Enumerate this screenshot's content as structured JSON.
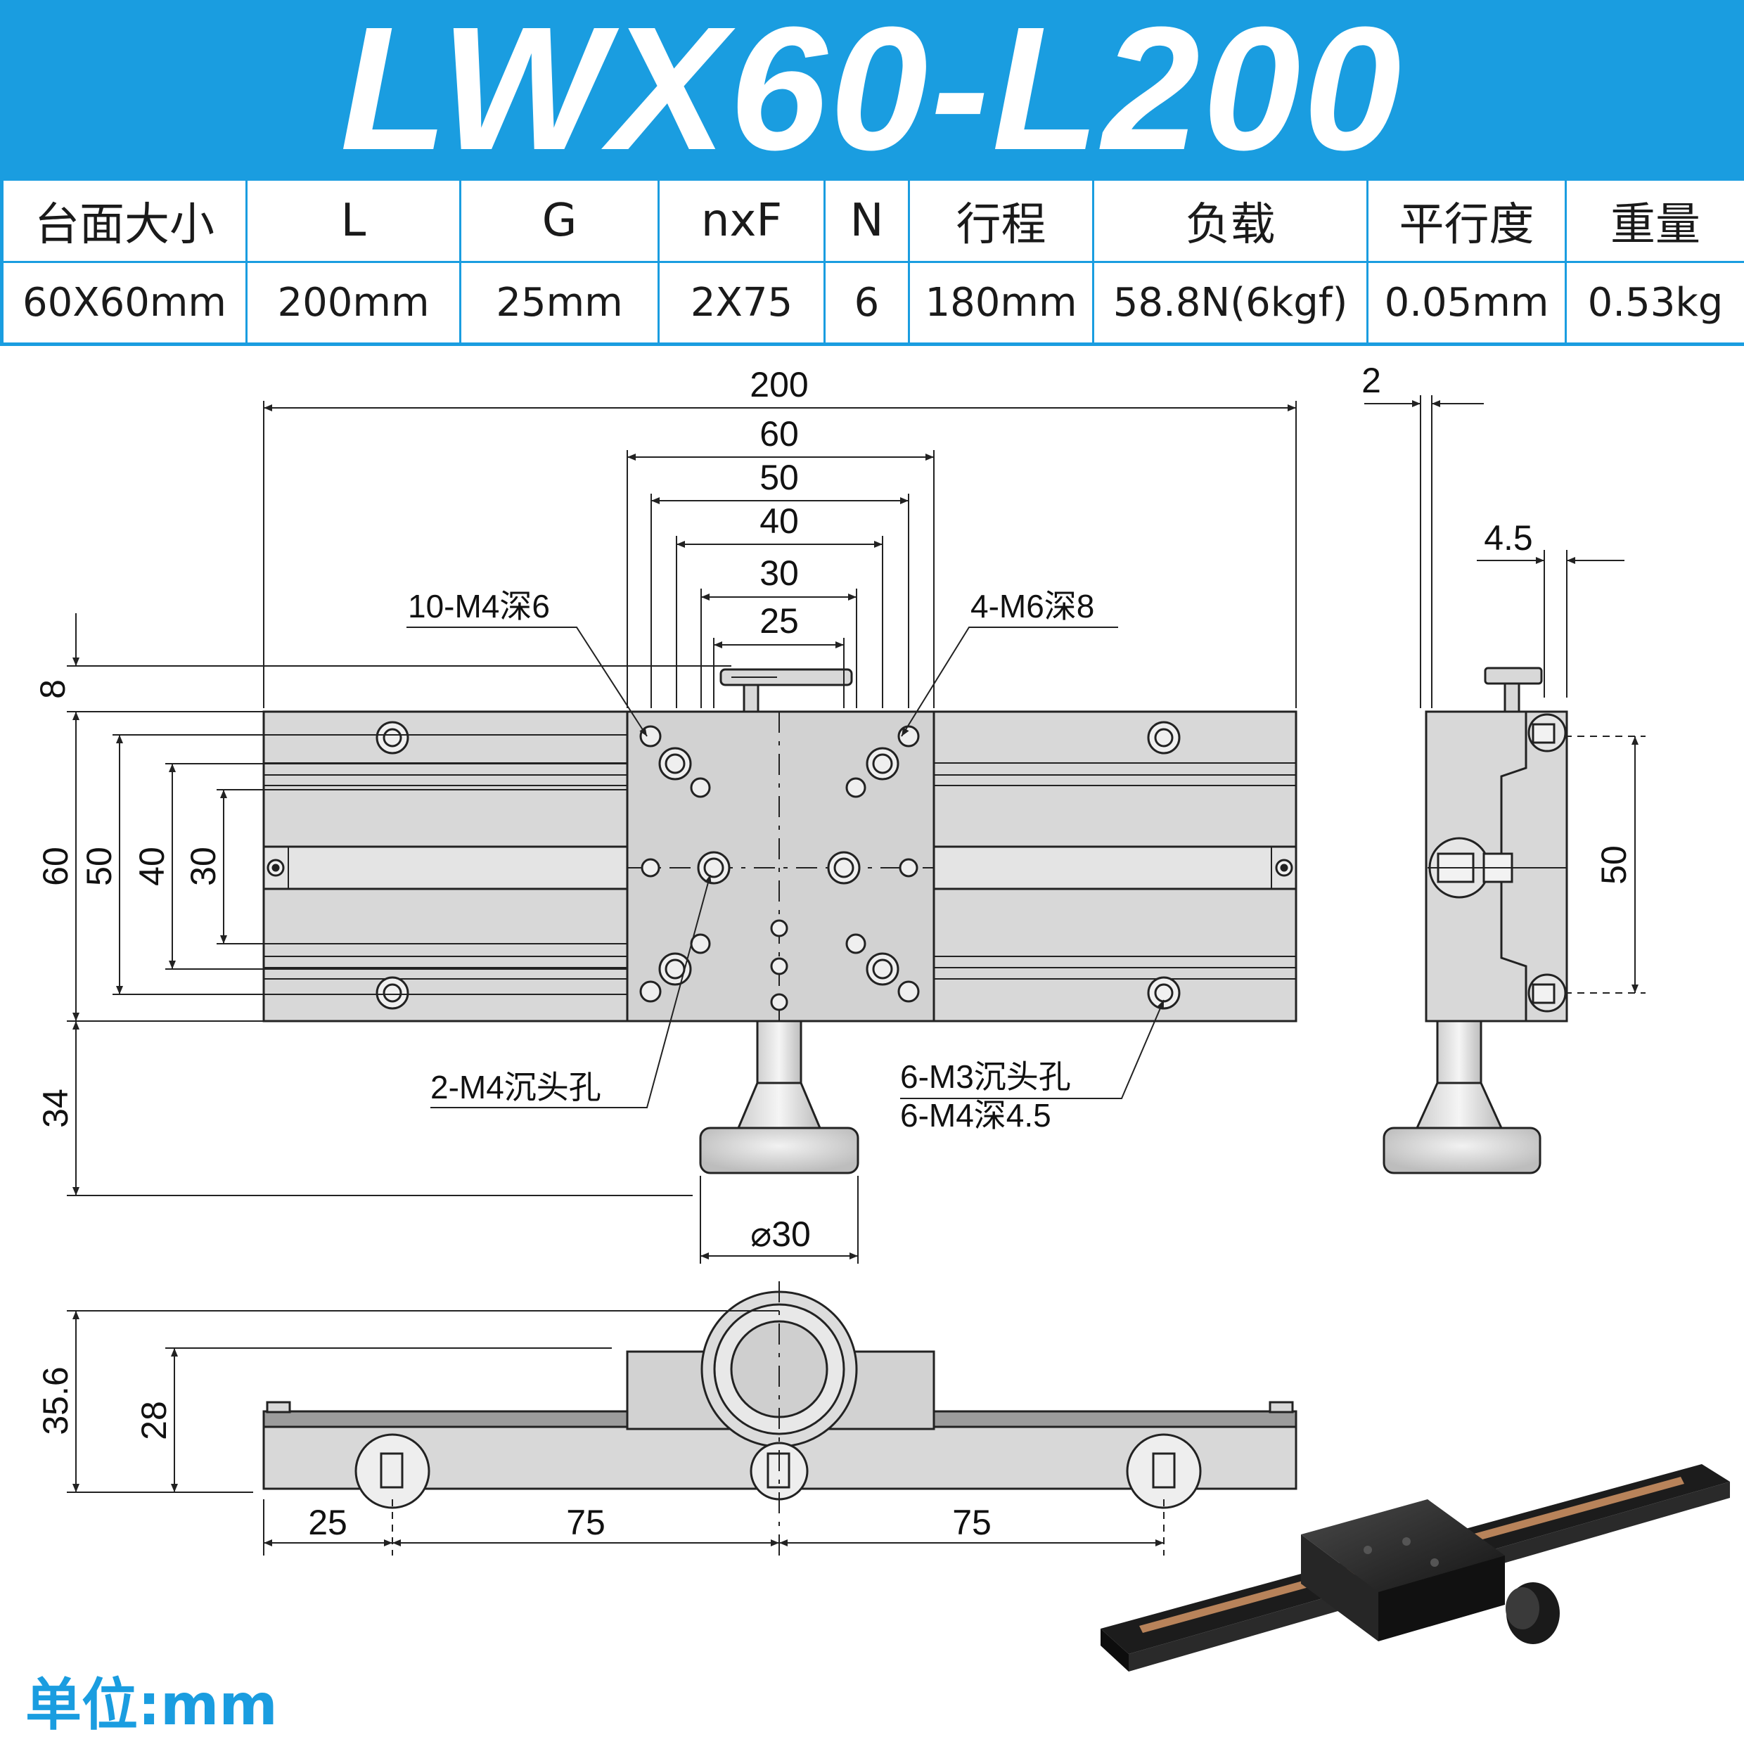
{
  "title": "LWX60-L200",
  "spec_table": {
    "headers": [
      "台面大小",
      "L",
      "G",
      "nxF",
      "N",
      "行程",
      "负载",
      "平行度",
      "重量"
    ],
    "values": [
      "60X60mm",
      "200mm",
      "25mm",
      "2X75",
      "6",
      "180mm",
      "58.8N(6kgf)",
      "0.05mm",
      "0.53kg"
    ]
  },
  "dimensions": {
    "length": "200",
    "width_60": "60",
    "width_50": "50",
    "width_40": "40",
    "width_30": "30",
    "width_25": "25",
    "top_8": "8",
    "left_60": "60",
    "left_50": "50",
    "left_40": "40",
    "left_30": "30",
    "bottom_34": "34",
    "knob_dia": "⌀30",
    "side_2": "2",
    "side_45": "4.5",
    "side_50": "50",
    "front_356": "35.6",
    "front_28": "28",
    "pitch_25": "25",
    "pitch_75a": "75",
    "pitch_75b": "75"
  },
  "callouts": {
    "m4_deep6": "10-M4深6",
    "m6_deep8": "4-M6深8",
    "m4_counterbore": "2-M4沉头孔",
    "m3_counterbore": "6-M3沉头孔",
    "m4_deep45": "6-M4深4.5"
  },
  "unit": "单位:mm",
  "colors": {
    "brand": "#1a9de0",
    "part_fill": "#d8d8d8",
    "line": "#222222"
  }
}
